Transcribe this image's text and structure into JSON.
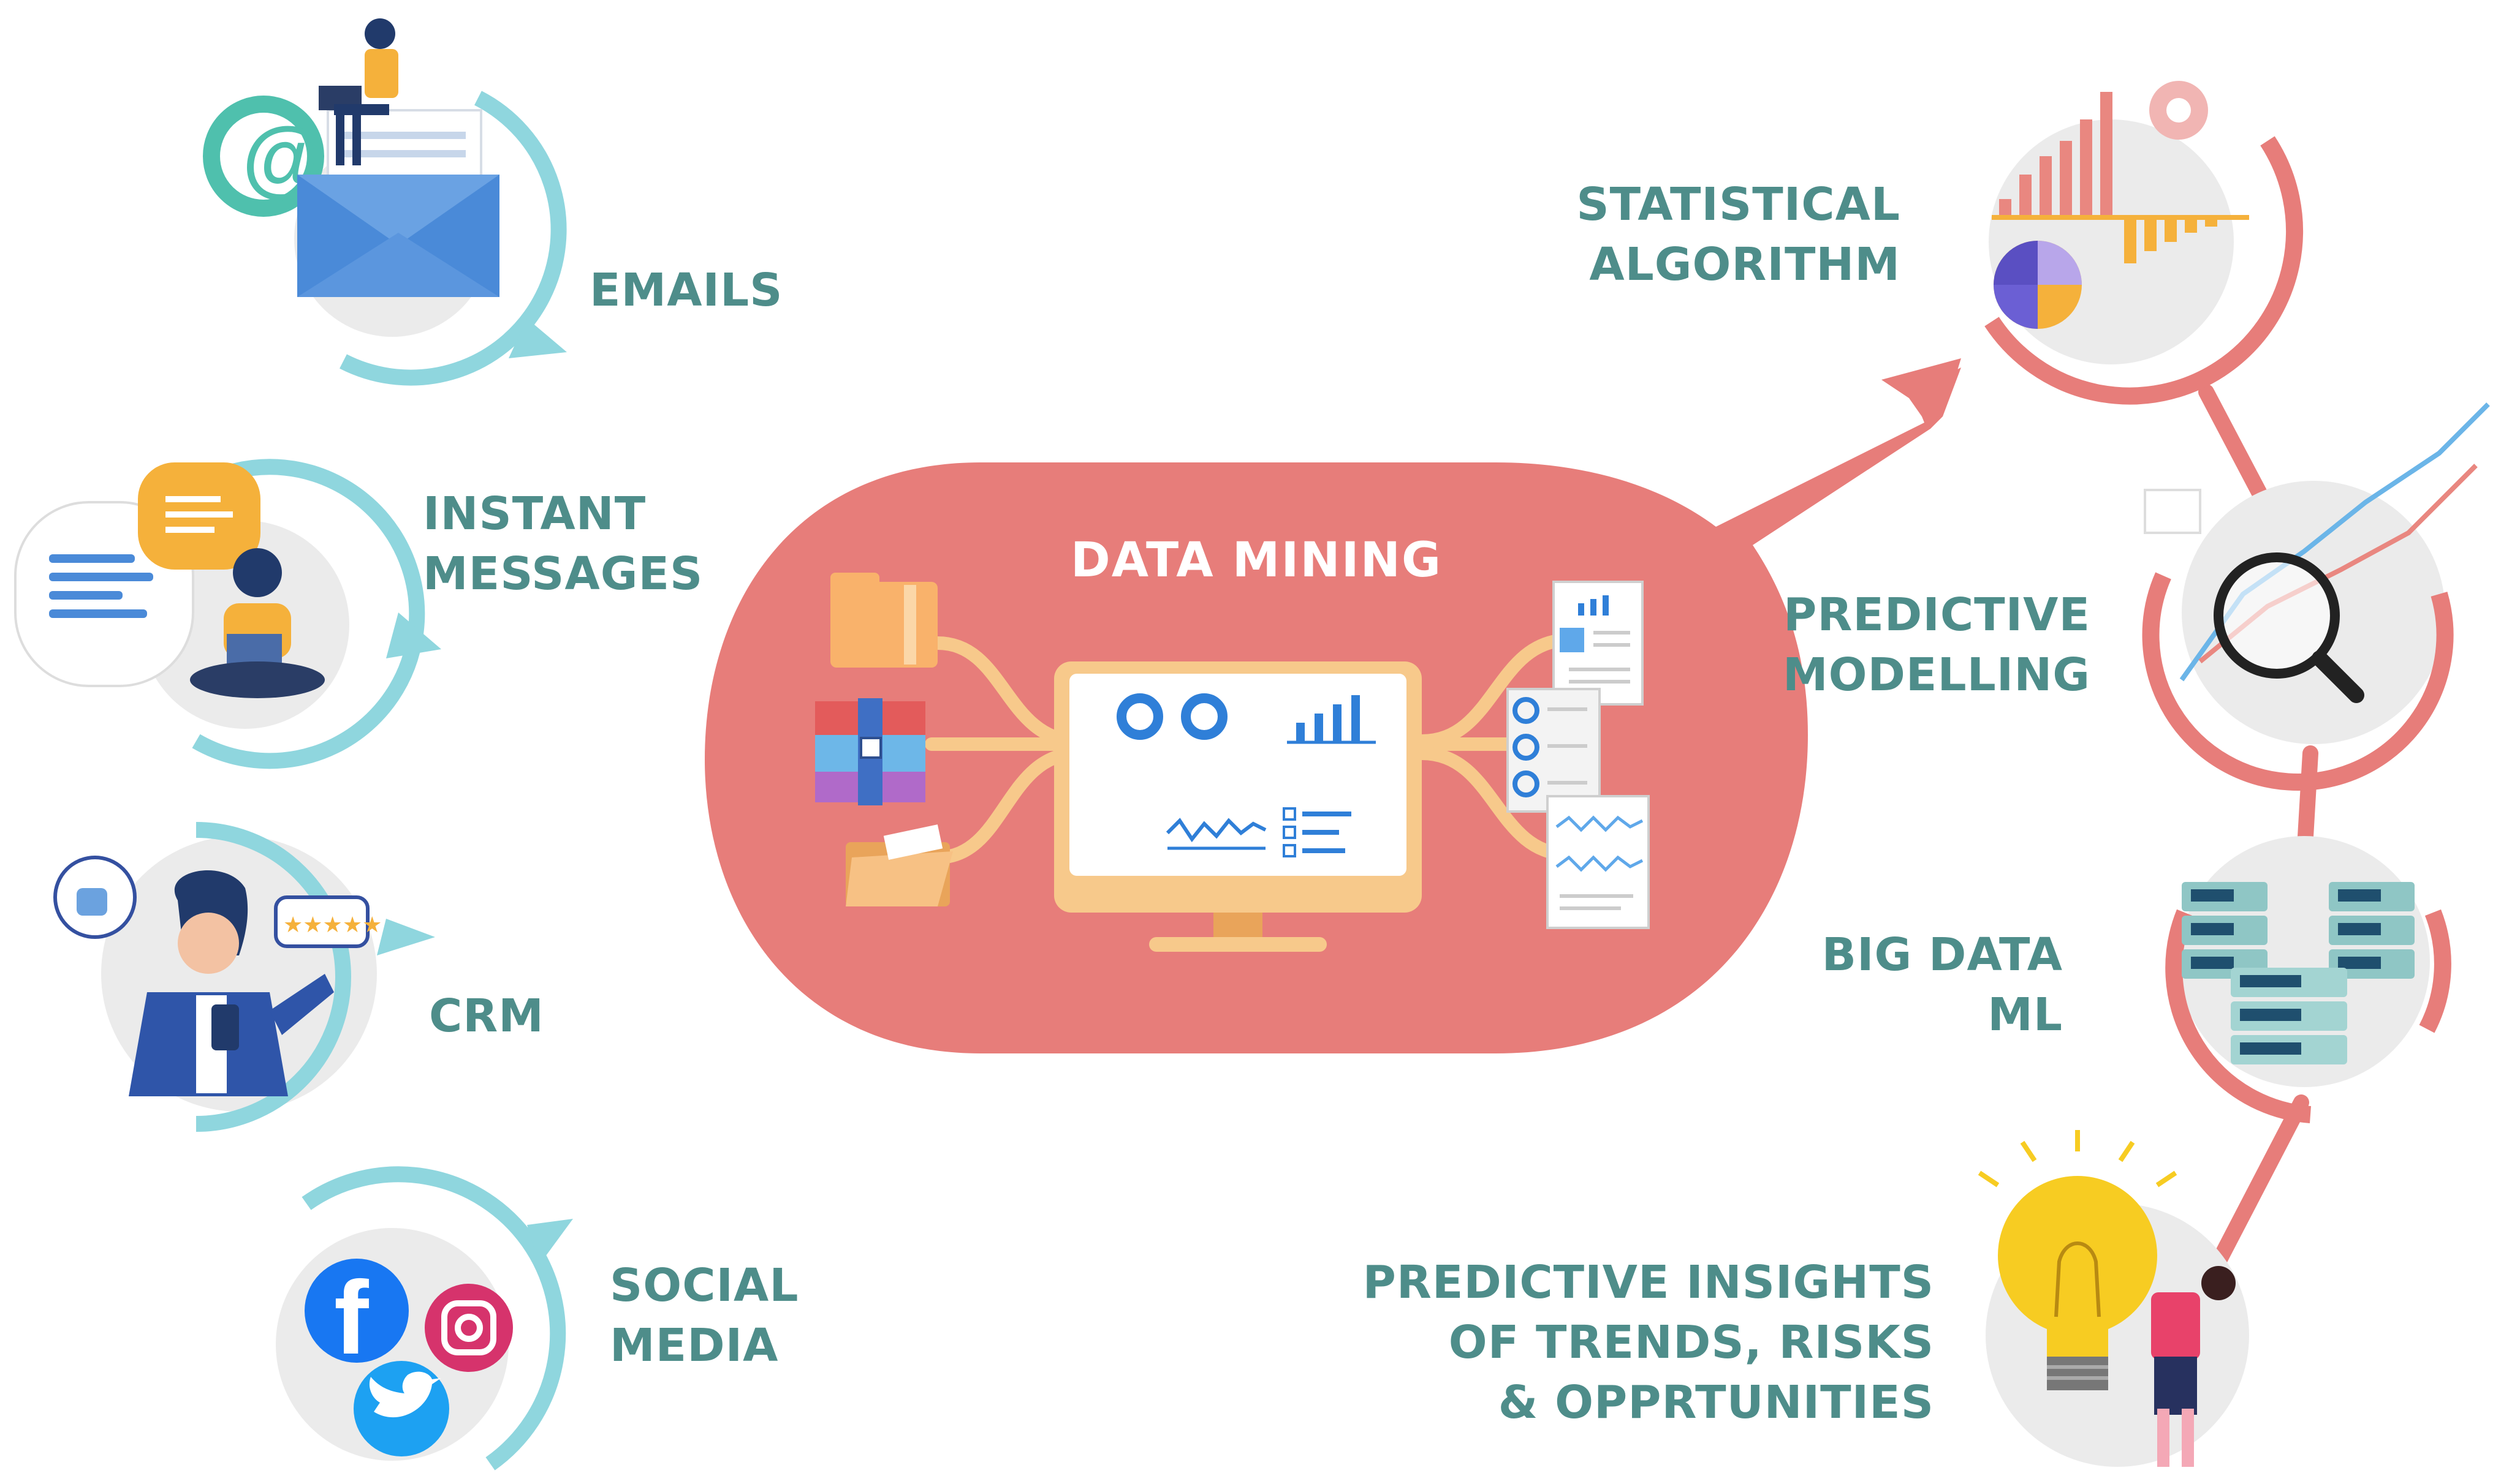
{
  "center": {
    "title": "DATA MINING"
  },
  "sources": [
    {
      "lines": [
        "EMAILS"
      ],
      "icon": "email-envelope-icon"
    },
    {
      "lines": [
        "INSTANT",
        "MESSAGES"
      ],
      "icon": "chat-bubbles-icon"
    },
    {
      "lines": [
        "CRM"
      ],
      "icon": "customer-rating-icon"
    },
    {
      "lines": [
        "SOCIAL",
        "MEDIA"
      ],
      "icon": "social-logos-icon"
    }
  ],
  "outcomes": [
    {
      "lines": [
        "STATISTICAL",
        "ALGORITHM"
      ],
      "icon": "bar-pie-chart-icon"
    },
    {
      "lines": [
        "PREDICTIVE",
        "MODELLING"
      ],
      "icon": "magnifier-chart-icon"
    },
    {
      "lines": [
        "BIG DATA",
        "ML"
      ],
      "icon": "server-rack-icon"
    },
    {
      "lines": [
        "PREDICTIVE INSIGHTS",
        "OF TRENDS, RISKS",
        "& OPPRTUNITIES"
      ],
      "icon": "lightbulb-icon"
    }
  ],
  "colors": {
    "label": "#4e8d8a",
    "blob": "#e77d7a",
    "teal_ring": "#8fd6de",
    "coral_ring": "#e77d7a",
    "circle_bg": "#ebebeb"
  }
}
